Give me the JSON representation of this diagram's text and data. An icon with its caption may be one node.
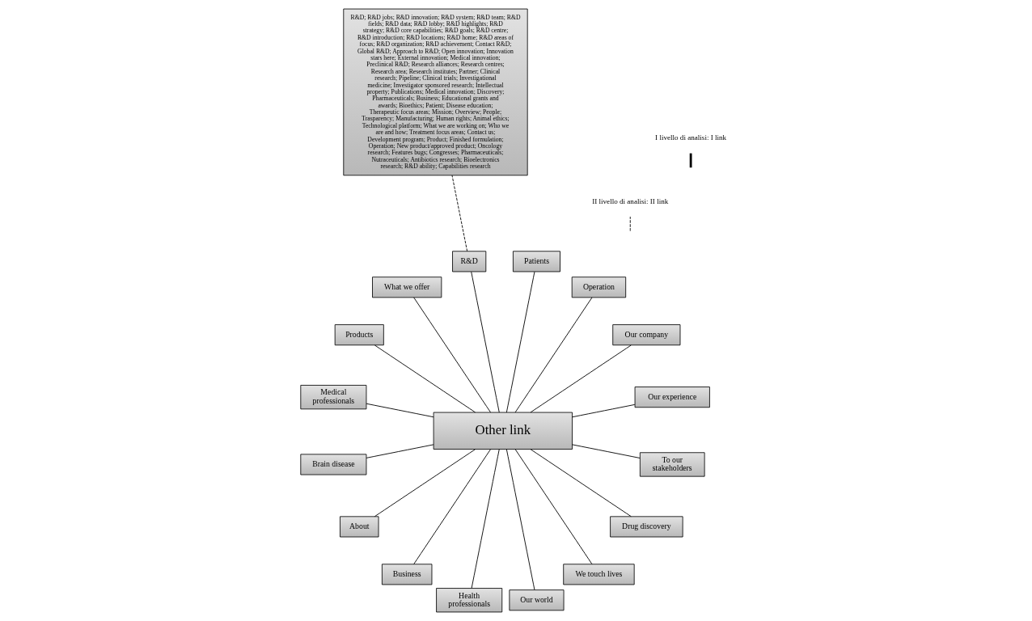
{
  "diagram": {
    "nodes": [
      {
        "text": [
          "Other link"
        ]
      },
      {
        "text": [
          "Our experience"
        ]
      },
      {
        "text": [
          "Our company"
        ]
      },
      {
        "text": [
          "Operation"
        ]
      },
      {
        "text": [
          "Patients"
        ]
      },
      {
        "text": [
          "R&D"
        ]
      },
      {
        "text": [
          "What we offer"
        ]
      },
      {
        "text": [
          "Products"
        ]
      },
      {
        "text": [
          "Medical professionals"
        ]
      },
      {
        "text": [
          "Brain disease"
        ]
      },
      {
        "text": [
          "About"
        ]
      },
      {
        "text": [
          "Business"
        ]
      },
      {
        "text": [
          "Health professionals"
        ]
      },
      {
        "text": [
          "Our world"
        ]
      },
      {
        "text": [
          "We touch lives"
        ]
      },
      {
        "text": [
          "Drug discovery"
        ]
      },
      {
        "text": [
          "To our stakeholders"
        ]
      },
      {
        "text": [
          "R&D; R&D jobs; R&D innovation; R&D system; R&D team; R&D fields; R&D data; R&D lobby; R&D highlights; R&D strategy; R&D core capabilities; R&D goals; R&D centre; R&D introduction; R&D locations; R&D home; R&D areas of  focus; R&D organization; R&D achievement; Contact R&D; Global R&D; Approach to R&D; Open innovation; Innovation stars here; External innovation; Medical innovation; Preclinical R&D; Research alliances; Research centres; Research area; Research institutes; Partner; Clinical research; Pipeline; Clinical trials; Investigational medicine; Investigator sponsored research; Intellectual property; Publications; Medical innovation; Discovery; Pharmaceuticals; Business; Educational grants and awards; Bioethics; Patient; Disease education; Therapeutic focus areas; Mission; Overview; People; Trasparency; Manufacturing; Human rights; Animal ethics; Technological platform; What we are working on; Who we are and how; Treatment focus areas; Contact us;  Development program; Product; Finished formulation; Operation; New product/approved product; Oncology research; Features bugs; Congresses; Pharmaceuticals; Nutraceuticals; Antibiotics research; Bioelectronics research; R&D ability; Capabilities research"
        ]
      }
    ],
    "edges": [
      {
        "from": 0,
        "to": 1,
        "arrow": "none"
      },
      {
        "from": 0,
        "to": 2,
        "arrow": "none"
      },
      {
        "from": 0,
        "to": 3,
        "arrow": "none"
      },
      {
        "from": 0,
        "to": 4,
        "arrow": "none"
      },
      {
        "from": 0,
        "to": 5,
        "arrow": "none"
      },
      {
        "from": 0,
        "to": 6,
        "arrow": "none"
      },
      {
        "from": 0,
        "to": 7,
        "arrow": "none"
      },
      {
        "from": 0,
        "to": 8,
        "arrow": "none"
      },
      {
        "from": 0,
        "to": 9,
        "arrow": "none"
      },
      {
        "from": 0,
        "to": 10,
        "arrow": "none"
      },
      {
        "from": 0,
        "to": 11,
        "arrow": "none"
      },
      {
        "from": 0,
        "to": 12,
        "arrow": "none"
      },
      {
        "from": 0,
        "to": 13,
        "arrow": "none"
      },
      {
        "from": 0,
        "to": 14,
        "arrow": "none"
      },
      {
        "from": 0,
        "to": 15,
        "arrow": "none"
      },
      {
        "from": 0,
        "to": 16,
        "arrow": "none"
      },
      {
        "from": 5,
        "to": 17,
        "arrow": "none",
        "style": "dashed"
      }
    ],
    "legend": [
      {
        "text": "I livello di analisi: I link"
      },
      {
        "text": "II livello di analisi: II link"
      }
    ]
  }
}
